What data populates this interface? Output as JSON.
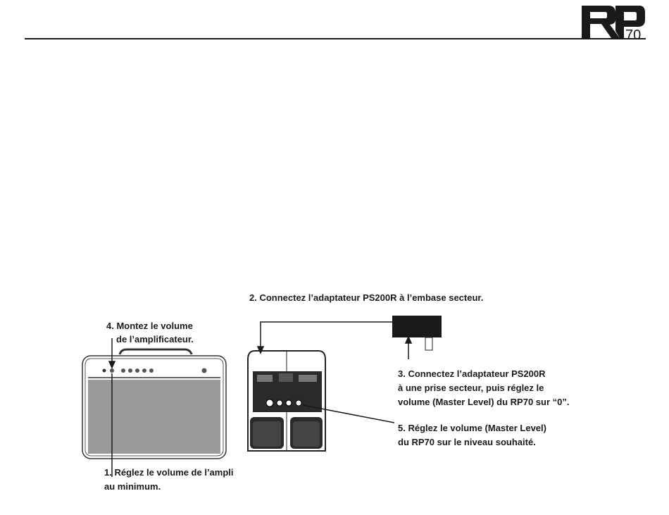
{
  "header": {
    "logo_text": "RP70"
  },
  "steps": {
    "step1": [
      "1. Réglez le volume de l’ampli",
      "au minimum."
    ],
    "step2": "2. Connectez l’adaptateur PS200R à l’embase secteur.",
    "step3": [
      "3. Connectez l’adaptateur PS200R",
      "à une prise secteur, puis réglez le",
      "volume (Master Level) du RP70 sur “0”."
    ],
    "step4": [
      "4. Montez le volume",
      "de l’amplificateur."
    ],
    "step5": [
      "5. Réglez le volume (Master Level)",
      "du RP70 sur le niveau souhaité."
    ]
  }
}
